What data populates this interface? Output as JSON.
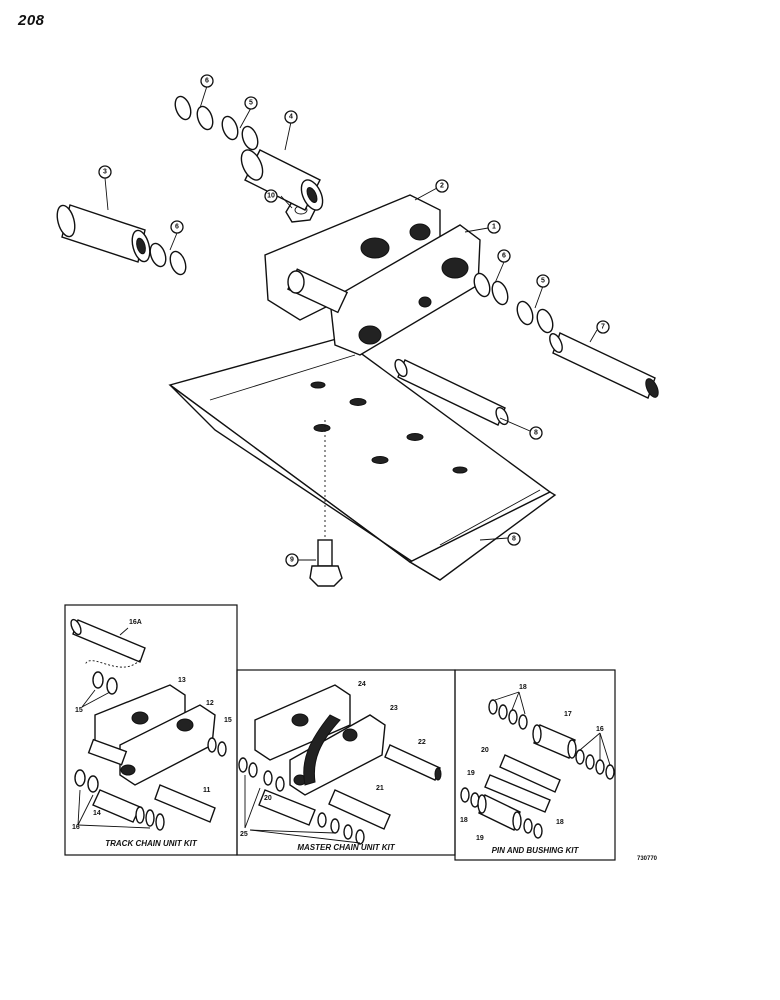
{
  "page_number": "208",
  "callouts": {
    "c1": "1",
    "c2": "2",
    "c3": "3",
    "c4": "4",
    "c5a": "5",
    "c5b": "5",
    "c6a": "6",
    "c6b": "6",
    "c6c": "6",
    "c7": "7",
    "c8": "8",
    "c9": "9",
    "c10": "10",
    "c8b": "8"
  },
  "track_kit": {
    "title": "TRACK CHAIN UNIT KIT",
    "labels": {
      "l16a": "16A",
      "l13": "13",
      "l12": "12",
      "l15a": "15",
      "l15b": "15",
      "l11": "11",
      "l14": "14",
      "l16": "16"
    }
  },
  "master_kit": {
    "title": "MASTER CHAIN UNIT KIT",
    "labels": {
      "l24": "24",
      "l23": "23",
      "l22": "22",
      "l21": "21",
      "l20": "20",
      "l25": "25"
    }
  },
  "pin_kit": {
    "title": "PIN AND BUSHING KIT",
    "labels": {
      "l18": "18",
      "l17": "17",
      "l16b": "16",
      "l20": "20",
      "l19": "19",
      "l18b": "18",
      "l19b": "19",
      "l18c": "18"
    }
  },
  "reference_code": "730770"
}
